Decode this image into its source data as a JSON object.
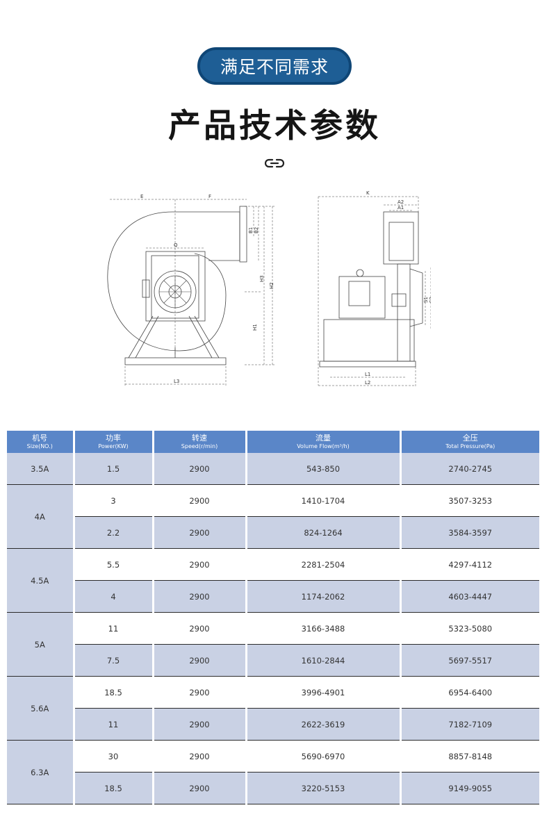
{
  "badge": "满足不同需求",
  "title": "产品技术参数",
  "drawing": {
    "labels": {
      "E": "E",
      "F": "F",
      "Q": "Q",
      "B1": "B1",
      "B2": "B2",
      "H1": "H1",
      "H2": "H2",
      "H3": "H3",
      "L3": "L3",
      "K": "K",
      "A1": "A1",
      "A2": "A2",
      "S1": "S1",
      "S2": "S2",
      "L1": "L1",
      "L2": "L2"
    }
  },
  "table": {
    "headers": [
      {
        "cn": "机号",
        "en": "Size(NO.)"
      },
      {
        "cn": "功率",
        "en": "Power(KW)"
      },
      {
        "cn": "转速",
        "en": "Speed(r/min)"
      },
      {
        "cn": "流量",
        "en": "Volume Flow(m³/h)"
      },
      {
        "cn": "全压",
        "en": "Total Pressure(Pa)"
      }
    ],
    "rows": [
      {
        "size": "3.5A",
        "power": "1.5",
        "speed": "2900",
        "flow": "543-850",
        "pressure": "2740-2745"
      },
      {
        "size": "4A",
        "power": "3",
        "speed": "2900",
        "flow": "1410-1704",
        "pressure": "3507-3253"
      },
      {
        "size": "",
        "power": "2.2",
        "speed": "2900",
        "flow": "824-1264",
        "pressure": "3584-3597"
      },
      {
        "size": "4.5A",
        "power": "5.5",
        "speed": "2900",
        "flow": "2281-2504",
        "pressure": "4297-4112"
      },
      {
        "size": "",
        "power": "4",
        "speed": "2900",
        "flow": "1174-2062",
        "pressure": "4603-4447"
      },
      {
        "size": "5A",
        "power": "11",
        "speed": "2900",
        "flow": "3166-3488",
        "pressure": "5323-5080"
      },
      {
        "size": "",
        "power": "7.5",
        "speed": "2900",
        "flow": "1610-2844",
        "pressure": "5697-5517"
      },
      {
        "size": "5.6A",
        "power": "18.5",
        "speed": "2900",
        "flow": "3996-4901",
        "pressure": "6954-6400"
      },
      {
        "size": "",
        "power": "11",
        "speed": "2900",
        "flow": "2622-3619",
        "pressure": "7182-7109"
      },
      {
        "size": "6.3A",
        "power": "30",
        "speed": "2900",
        "flow": "5690-6970",
        "pressure": "8857-8148"
      },
      {
        "size": "",
        "power": "18.5",
        "speed": "2900",
        "flow": "3220-5153",
        "pressure": "9149-9055"
      }
    ]
  }
}
